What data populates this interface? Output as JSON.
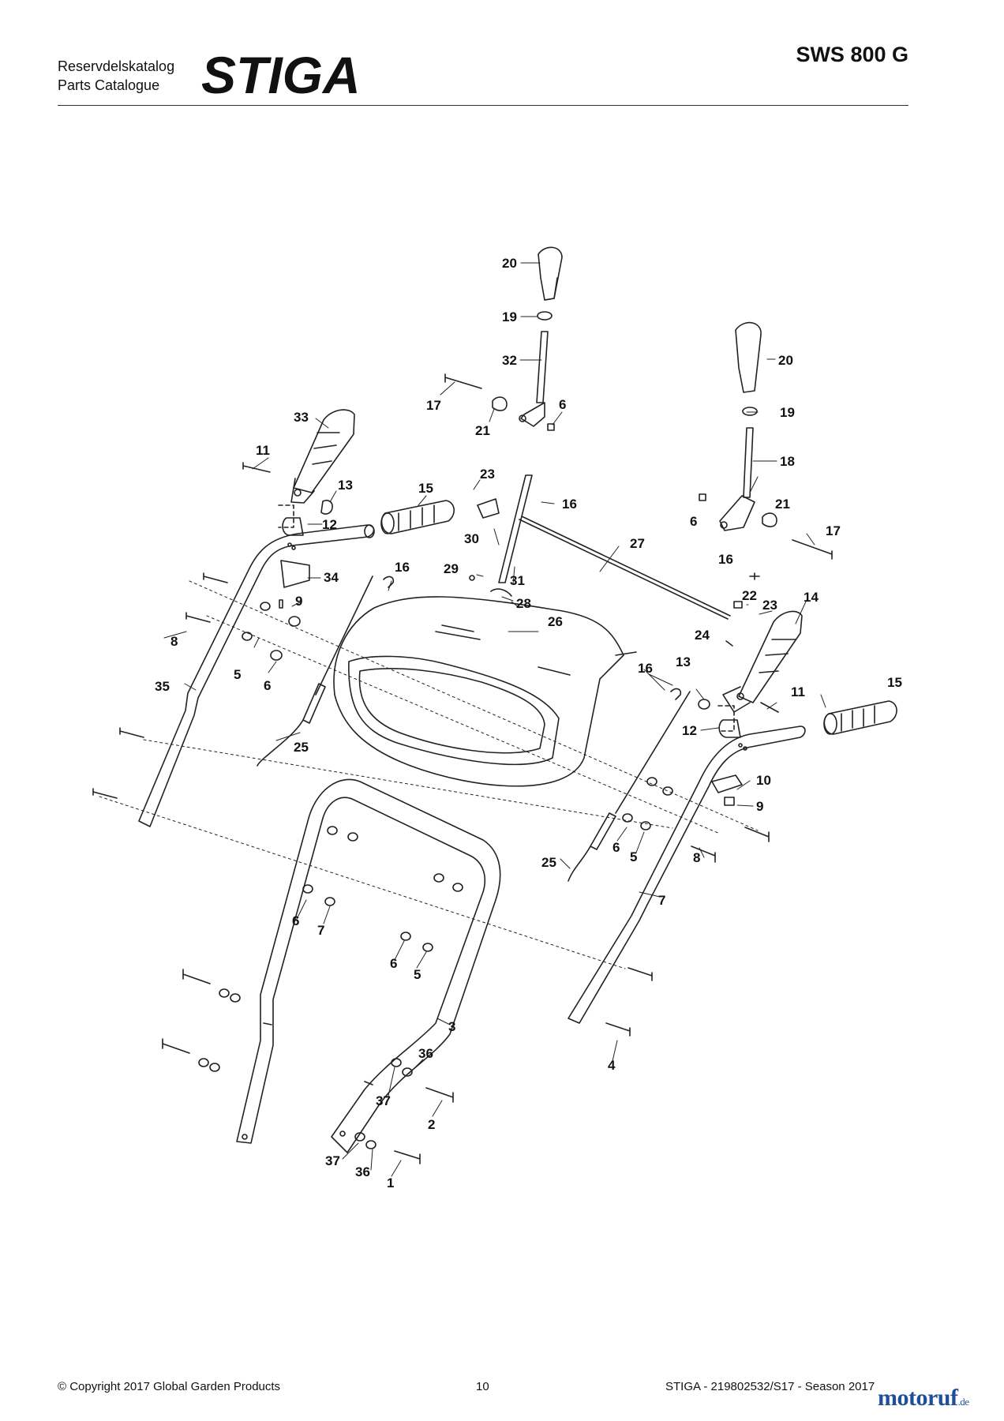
{
  "header": {
    "catalog_sv": "Reservdelskatalog",
    "catalog_en": "Parts Catalogue",
    "brand": "STIGA",
    "model": "SWS 800 G"
  },
  "part_labels": [
    {
      "id": "20a",
      "text": "20"
    },
    {
      "id": "19a",
      "text": "19"
    },
    {
      "id": "32",
      "text": "32"
    },
    {
      "id": "17a",
      "text": "17"
    },
    {
      "id": "21a",
      "text": "21"
    },
    {
      "id": "6a",
      "text": "6"
    },
    {
      "id": "20b",
      "text": "20"
    },
    {
      "id": "19b",
      "text": "19"
    },
    {
      "id": "18",
      "text": "18"
    },
    {
      "id": "33",
      "text": "33"
    },
    {
      "id": "11a",
      "text": "11"
    },
    {
      "id": "13a",
      "text": "13"
    },
    {
      "id": "12a",
      "text": "12"
    },
    {
      "id": "15a",
      "text": "15"
    },
    {
      "id": "23a",
      "text": "23"
    },
    {
      "id": "16a",
      "text": "16"
    },
    {
      "id": "30",
      "text": "30"
    },
    {
      "id": "6b",
      "text": "6"
    },
    {
      "id": "21b",
      "text": "21"
    },
    {
      "id": "17b",
      "text": "17"
    },
    {
      "id": "27",
      "text": "27"
    },
    {
      "id": "16b",
      "text": "16"
    },
    {
      "id": "29",
      "text": "29"
    },
    {
      "id": "31",
      "text": "31"
    },
    {
      "id": "34",
      "text": "34"
    },
    {
      "id": "16c",
      "text": "16"
    },
    {
      "id": "9a",
      "text": "9"
    },
    {
      "id": "28",
      "text": "28"
    },
    {
      "id": "22",
      "text": "22"
    },
    {
      "id": "23b",
      "text": "23"
    },
    {
      "id": "14",
      "text": "14"
    },
    {
      "id": "8a",
      "text": "8"
    },
    {
      "id": "26",
      "text": "26"
    },
    {
      "id": "24",
      "text": "24"
    },
    {
      "id": "5a",
      "text": "5"
    },
    {
      "id": "6c",
      "text": "6"
    },
    {
      "id": "13b",
      "text": "13"
    },
    {
      "id": "16d",
      "text": "16"
    },
    {
      "id": "35",
      "text": "35"
    },
    {
      "id": "15b",
      "text": "15"
    },
    {
      "id": "11b",
      "text": "11"
    },
    {
      "id": "12b",
      "text": "12"
    },
    {
      "id": "25a",
      "text": "25"
    },
    {
      "id": "10",
      "text": "10"
    },
    {
      "id": "9b",
      "text": "9"
    },
    {
      "id": "6d",
      "text": "6"
    },
    {
      "id": "5b",
      "text": "5"
    },
    {
      "id": "25b",
      "text": "25"
    },
    {
      "id": "8b",
      "text": "8"
    },
    {
      "id": "7a",
      "text": "7"
    },
    {
      "id": "6e",
      "text": "6"
    },
    {
      "id": "7b",
      "text": "7"
    },
    {
      "id": "6f",
      "text": "6"
    },
    {
      "id": "5c",
      "text": "5"
    },
    {
      "id": "3",
      "text": "3"
    },
    {
      "id": "4",
      "text": "4"
    },
    {
      "id": "36a",
      "text": "36"
    },
    {
      "id": "37a",
      "text": "37"
    },
    {
      "id": "2",
      "text": "2"
    },
    {
      "id": "37b",
      "text": "37"
    },
    {
      "id": "36b",
      "text": "36"
    },
    {
      "id": "1",
      "text": "1"
    }
  ],
  "footer": {
    "copyright": "© Copyright 2017 Global Garden Products",
    "page": "10",
    "doc_ref": "STIGA - 219802532/S17 - Season 2017",
    "watermark_main": "motoruf",
    "watermark_tld": ".de"
  },
  "colors": {
    "line": "#222222",
    "watermark": "#1f4f9a"
  }
}
